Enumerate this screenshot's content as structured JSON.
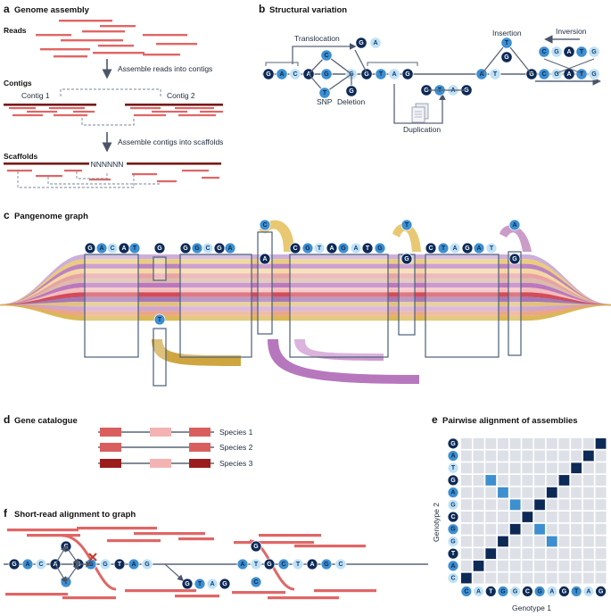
{
  "colors": {
    "read": "#e06666",
    "contig": "#7a1a1a",
    "backbone": "#5a6577",
    "nt_dark": "#0d2a57",
    "nt_mid": "#3d8fd0",
    "nt_light": "#bfe1f6",
    "gray_bg": "#dde1e7",
    "grid": "#ffffff"
  },
  "panel_a": {
    "letter": "a",
    "title": "Genome assembly",
    "reads_label": "Reads",
    "step1": "Assemble reads into contigs",
    "contigs_label": "Contigs",
    "contig1": "Contig 1",
    "contig2": "Contig 2",
    "step2": "Assemble contigs into scaffolds",
    "scaffolds_label": "Scaffolds",
    "gap": "NNNNNN"
  },
  "panel_b": {
    "letter": "b",
    "title": "Structural variation",
    "translocation": "Translocation",
    "snp": "SNP",
    "deletion": "Deletion",
    "insertion": "Insertion",
    "inversion": "Inversion",
    "duplication": "Duplication",
    "main_seq": [
      "G",
      "A",
      "C",
      "A",
      "G",
      "G",
      "G",
      "T",
      "A",
      "G",
      "A",
      "T",
      "G",
      "C",
      "G",
      "A",
      "T",
      "G"
    ],
    "translocated": [
      "G",
      "A"
    ],
    "snp_alt": [
      "C",
      "T"
    ],
    "dup_seq": [
      "G",
      "T",
      "A",
      "G"
    ],
    "insert_seq": [
      "T",
      "G"
    ],
    "inversion_top": [
      "C",
      "G",
      "A",
      "T",
      "G"
    ]
  },
  "panel_c": {
    "letter": "c",
    "title": "Pangenome graph",
    "blocks": [
      {
        "seq": [
          "G",
          "A",
          "C",
          "A",
          "T"
        ]
      },
      {
        "seq": [
          "G"
        ],
        "alt": [
          "T"
        ]
      },
      {
        "seq": [
          "G",
          "G",
          "C",
          "G",
          "A"
        ]
      },
      {
        "seq": [
          "A"
        ],
        "alt": [
          "C"
        ]
      },
      {
        "seq": [
          "C",
          "G",
          "T",
          "A",
          "G",
          "A",
          "T",
          "G"
        ]
      },
      {
        "seq": [
          "G"
        ],
        "alt": [
          "T"
        ]
      },
      {
        "seq": [
          "C",
          "T",
          "A",
          "G",
          "A",
          "T"
        ]
      },
      {
        "seq": [
          "G"
        ],
        "alt": [
          "A"
        ]
      }
    ],
    "path_colors": [
      "#c9a7d6",
      "#e8c873",
      "#b777bd",
      "#f2d59a",
      "#e79b9b",
      "#d9b5a5",
      "#b56cb9",
      "#f3b7b7",
      "#cf3d4a",
      "#9c6cb0",
      "#e0bb7a",
      "#cc9cc8",
      "#e9a07a",
      "#d8b24a"
    ]
  },
  "panel_d": {
    "letter": "d",
    "title": "Gene catalogue",
    "species": [
      "Species 1",
      "Species 2",
      "Species 3"
    ],
    "gene_colors": [
      "#d95f5f",
      "#f3b3b3",
      "#9b1c1c"
    ]
  },
  "panel_e": {
    "letter": "e",
    "title": "Pairwise alignment of assemblies",
    "genotype1": [
      "C",
      "A",
      "T",
      "G",
      "G",
      "C",
      "G",
      "A",
      "G",
      "T",
      "A",
      "G"
    ],
    "genotype2": [
      "G",
      "A",
      "T",
      "G",
      "A",
      "G",
      "C",
      "G",
      "G",
      "T",
      "A",
      "C"
    ],
    "xlabel": "Genotype 1",
    "ylabel": "Genotype 2"
  },
  "panel_f": {
    "letter": "f",
    "title": "Short-read alignment to graph",
    "seq_left": [
      "G",
      "A",
      "C",
      "A",
      "G",
      "G",
      "T",
      "A",
      "G"
    ],
    "bubble_left": [
      "C",
      "T",
      "G",
      "G"
    ],
    "bubble_mid": [
      "G",
      "T",
      "A",
      "G"
    ],
    "seq_right": [
      "A",
      "T",
      "G",
      "C",
      "T",
      "A",
      "G",
      "C"
    ],
    "bubble_right": [
      "G",
      "C",
      "T"
    ]
  }
}
